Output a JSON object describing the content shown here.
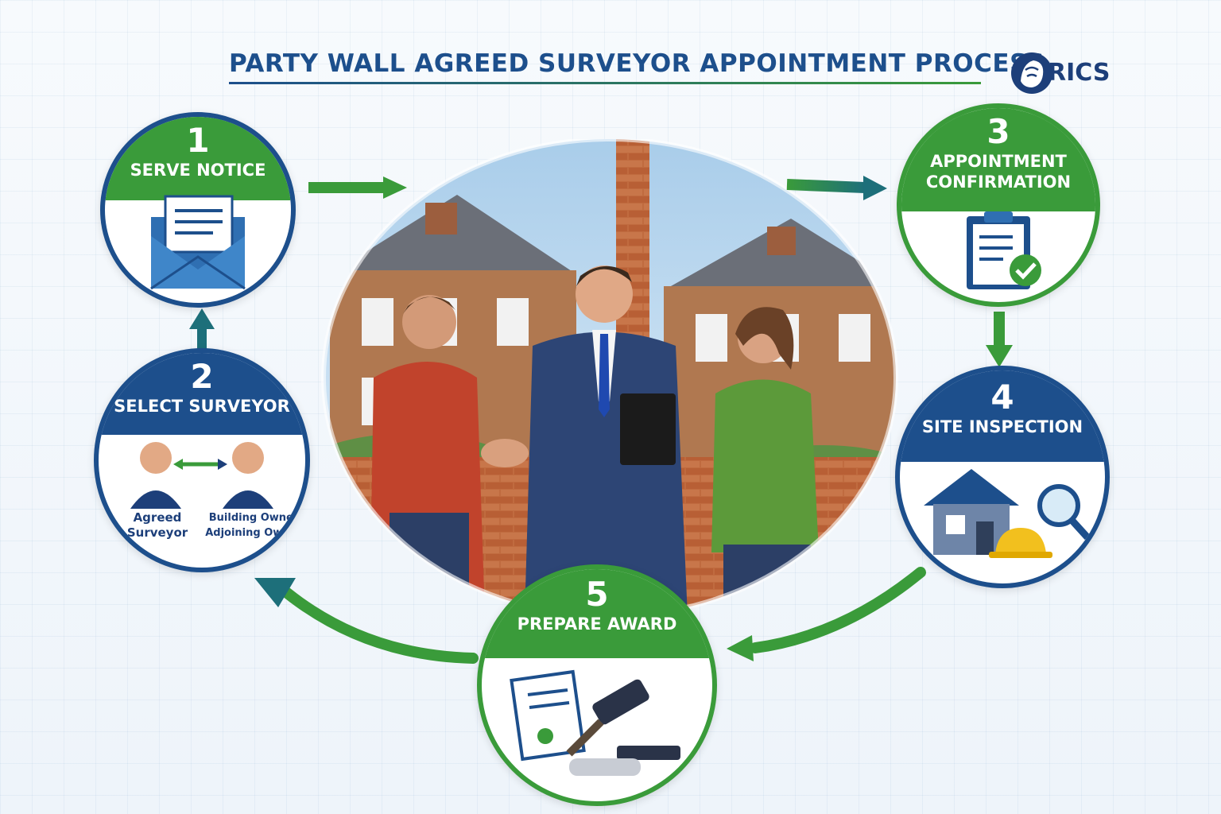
{
  "title": "PARTY WALL AGREED SURVEYOR APPOINTMENT PROCESS",
  "logo": {
    "text": "RICS"
  },
  "colors": {
    "green": "#3a9b3a",
    "blue": "#1d4f8c",
    "navy": "#1d3f7a"
  },
  "steps": [
    {
      "number": "1",
      "label": "SERVE NOTICE",
      "icon": "envelope-letter-icon"
    },
    {
      "number": "2",
      "label": "SELECT SURVEYOR",
      "icon": "two-people-icon",
      "left_note": [
        "Agreed",
        "Surveyor"
      ],
      "right_note": [
        "Building Owner",
        "Adjoining Owner"
      ]
    },
    {
      "number": "3",
      "label_lines": [
        "APPOINTMENT",
        "CONFIRMATION"
      ],
      "icon": "clipboard-check-icon"
    },
    {
      "number": "4",
      "label": "SITE INSPECTION",
      "icon": "house-magnifier-icon"
    },
    {
      "number": "5",
      "label": "PREPARE AWARD",
      "icon": "document-gavel-icon"
    }
  ]
}
